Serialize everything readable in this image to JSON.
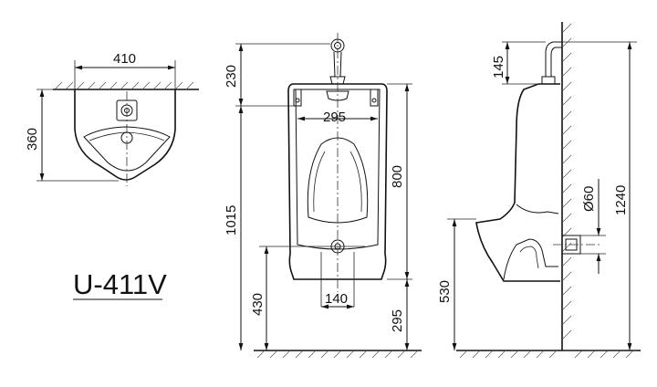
{
  "model": "U-411V",
  "dimensions": {
    "top_width": "410",
    "top_depth": "360",
    "inlet_height": "230",
    "inner_width": "295",
    "front_height_total": "1015",
    "body_height": "800",
    "outlet_height": "430",
    "outlet_width": "140",
    "bottom_clearance": "295",
    "side_inlet": "145",
    "side_total": "1240",
    "pipe_diameter": "Ø60",
    "side_outlet_height": "530"
  }
}
